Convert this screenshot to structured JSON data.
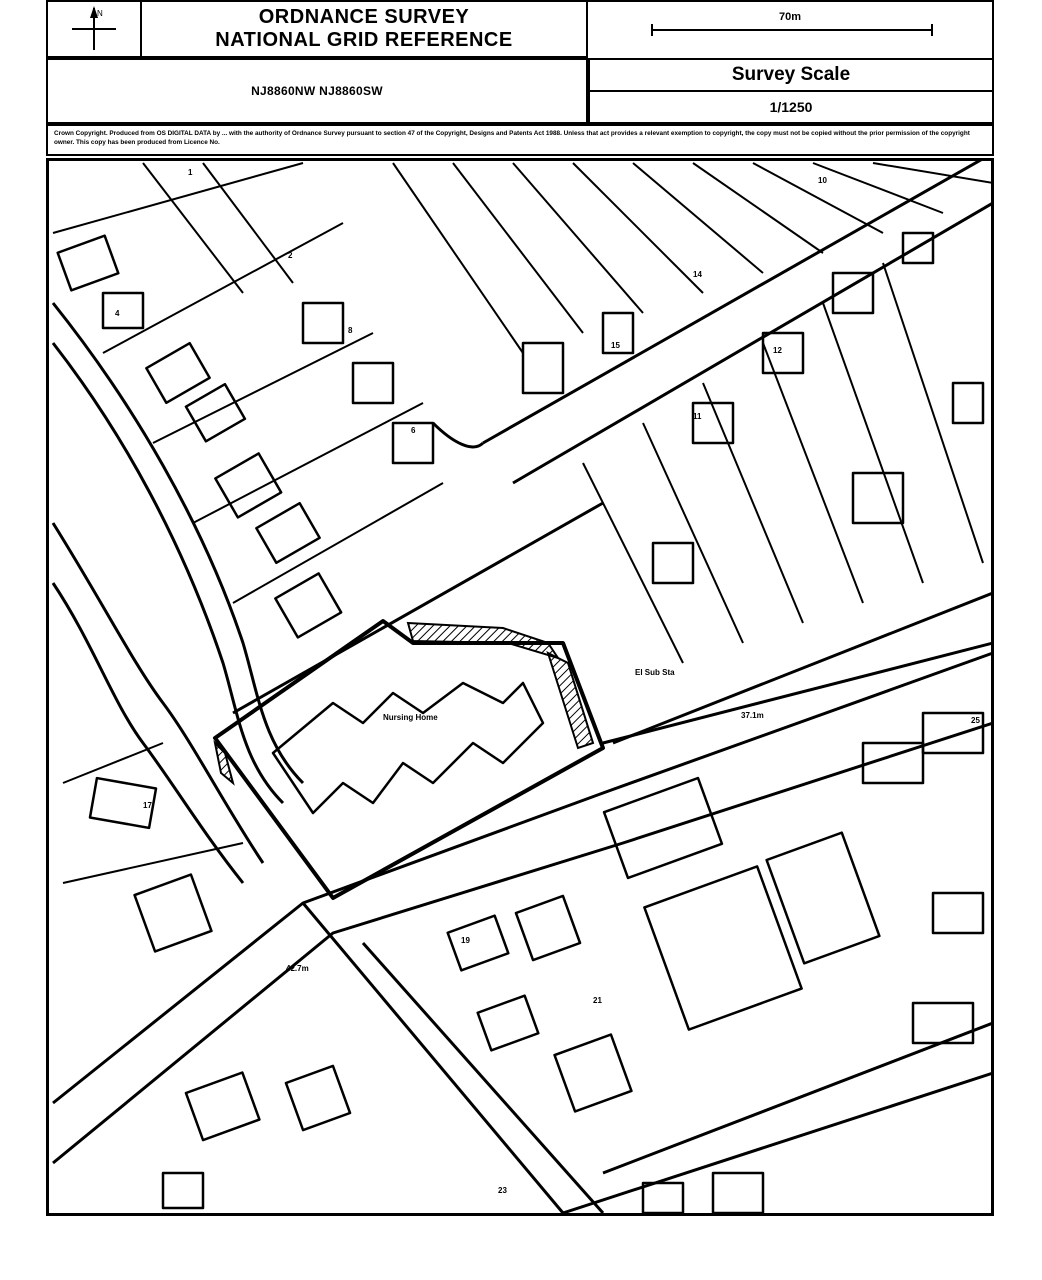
{
  "header": {
    "title_line1": "ORDNANCE SURVEY",
    "title_line2": "NATIONAL GRID REFERENCE",
    "grid_reference": "NJ8860NW NJ8860SW",
    "scale_bar_label": "70m",
    "scale_heading": "Survey Scale",
    "scale_value": "1/1250",
    "north_arrow_icon": "north-arrow-icon"
  },
  "copyright": {
    "text": "Crown Copyright. Produced from OS DIGITAL DATA by ... with the authority of Ordnance Survey pursuant to section 47 of the Copyright, Designs and Patents Act 1988. Unless that act provides a relevant exemption to copyright, the copy must not be copied without the prior permission of the copyright owner. This copy has been produced from Licence No."
  },
  "map_labels": {
    "site": "Nursing Home",
    "ground_levels": [
      "37.1m",
      "42.7m",
      "El Sub Sta"
    ],
    "house_numbers": [
      "1",
      "2",
      "4",
      "6",
      "8",
      "10",
      "11",
      "12",
      "14",
      "15",
      "17",
      "19",
      "21",
      "23",
      "25"
    ]
  },
  "colors": {
    "ink": "#000000",
    "paper": "#ffffff"
  }
}
